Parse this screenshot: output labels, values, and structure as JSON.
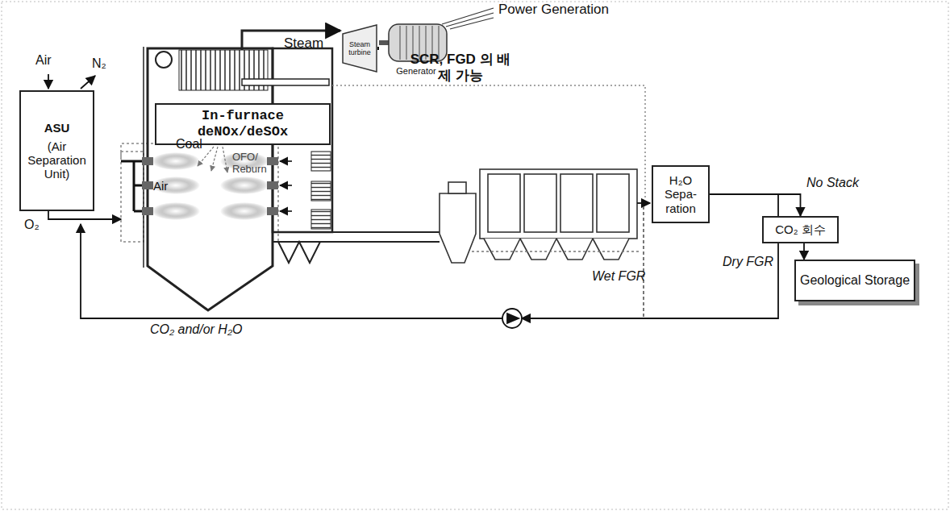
{
  "diagram": {
    "nodes": [
      {
        "text": [
          "ASU",
          "(Air Separation Unit)"
        ]
      },
      {
        "text": [
          "Steam turbine"
        ]
      },
      {
        "text": [
          "Generator"
        ]
      },
      {
        "text": [
          "In-furnace deNOx/deSOx"
        ]
      },
      {
        "text": [
          "H₂O Sepa-ration"
        ]
      },
      {
        "text": [
          "CO₂ 회수"
        ]
      },
      {
        "text": [
          "Geological Storage"
        ]
      }
    ],
    "edges": [
      {
        "from": 1,
        "to": 2,
        "arrow": "none"
      },
      {
        "from": 4,
        "to": 5,
        "arrow": "to"
      },
      {
        "from": 5,
        "to": 6,
        "arrow": "to"
      }
    ],
    "labels": [
      "Power Generation",
      "Steam",
      "Air",
      "N₂",
      "Coal",
      "OFO/ Reburn",
      "SCR, FGD 의 배제 가능",
      "Air",
      "O₂",
      "Wet FGR",
      "Dry FGR",
      "No Stack",
      "CO₂ and/or H₂O"
    ]
  }
}
